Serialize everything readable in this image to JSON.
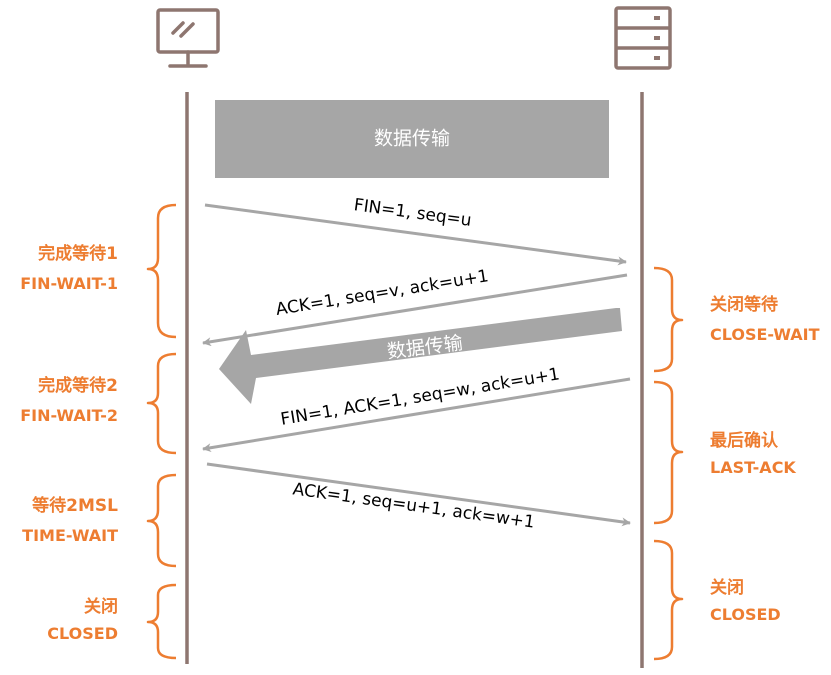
{
  "colors": {
    "accent": "#ED7D31",
    "lifeline": "#8E7670",
    "arrow": "#A6A6A6",
    "banner": "#A6A6A6",
    "banner_text": "#FFFFFF",
    "message_text": "#000000"
  },
  "icons": {
    "client": "monitor-icon",
    "server": "server-icon"
  },
  "banner": {
    "label": "数据传输"
  },
  "transfer": {
    "label": "数据传输"
  },
  "messages": [
    {
      "label": "FIN=1, seq=u",
      "direction": "client-to-server"
    },
    {
      "label": "ACK=1, seq=v, ack=u+1",
      "direction": "server-to-client"
    },
    {
      "label": "FIN=1, ACK=1, seq=w, ack=u+1",
      "direction": "server-to-client"
    },
    {
      "label": "ACK=1, seq=u+1, ack=w+1",
      "direction": "client-to-server"
    }
  ],
  "client_states": [
    {
      "name": "完成等待1",
      "code": "FIN-WAIT-1"
    },
    {
      "name": "完成等待2",
      "code": "FIN-WAIT-2"
    },
    {
      "name": "等待2MSL",
      "code": "TIME-WAIT"
    },
    {
      "name": "关闭",
      "code": "CLOSED"
    }
  ],
  "server_states": [
    {
      "name": "关闭等待",
      "code": "CLOSE-WAIT"
    },
    {
      "name": "最后确认",
      "code": "LAST-ACK"
    },
    {
      "name": "关闭",
      "code": "CLOSED"
    }
  ]
}
